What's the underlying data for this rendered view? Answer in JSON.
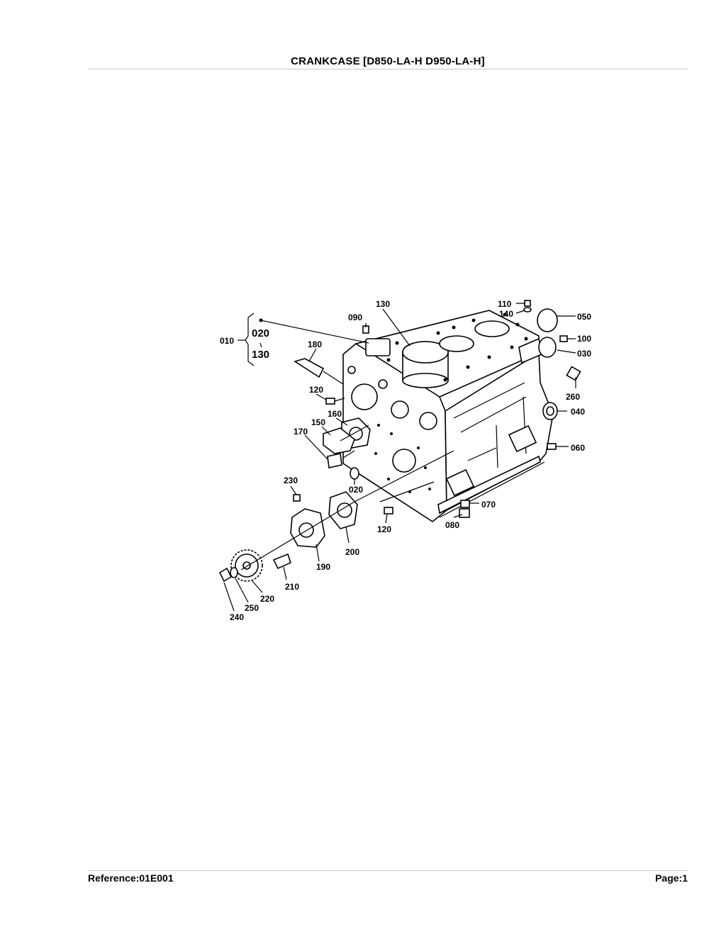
{
  "header": {
    "title": "CRANKCASE   [D850-LA-H D950-LA-H]"
  },
  "footer": {
    "reference": "Reference:01E001",
    "page": "Page:1"
  },
  "diagram": {
    "group": {
      "label": "010",
      "members": [
        "020",
        "130"
      ]
    },
    "callouts": [
      "130",
      "110",
      "140",
      "050",
      "090",
      "100",
      "030",
      "180",
      "260",
      "120",
      "040",
      "160",
      "150",
      "170",
      "060",
      "230",
      "020",
      "070",
      "080",
      "120",
      "200",
      "190",
      "210",
      "220",
      "250",
      "240"
    ]
  }
}
